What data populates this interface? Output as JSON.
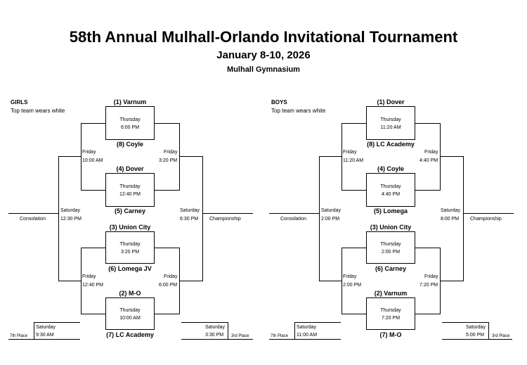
{
  "title": "58th Annual Mulhall-Orlando Invitational Tournament",
  "dates": "January 8-10, 2026",
  "venue": "Mulhall Gymnasium",
  "brackets": [
    {
      "label": "GIRLS",
      "note": "Top team wears white",
      "games": [
        {
          "top": "(1) Varnum",
          "bottom": "(8) Coyle",
          "day": "Thursday",
          "time": "6:00 PM"
        },
        {
          "top": "(4) Dover",
          "bottom": "(5) Carney",
          "day": "Thursday",
          "time": "12:40 PM"
        },
        {
          "top": "(3) Union City",
          "bottom": "(6) Lomega JV",
          "day": "Thursday",
          "time": "3:20 PM"
        },
        {
          "top": "(2) M-O",
          "bottom": "(7) LC Academy",
          "day": "Thursday",
          "time": "10:00 AM"
        }
      ],
      "fri_top_left": {
        "day": "Friday",
        "time": "10:00 AM"
      },
      "fri_top_right": {
        "day": "Friday",
        "time": "3:20 PM"
      },
      "fri_bot_left": {
        "day": "Friday",
        "time": "12:40 PM"
      },
      "fri_bot_right": {
        "day": "Friday",
        "time": "6:00 PM"
      },
      "sat_left": {
        "day": "Saturday",
        "time": "12:30 PM"
      },
      "sat_right": {
        "day": "Saturday",
        "time": "6:30 PM"
      },
      "consolation": "Consolation",
      "championship": "Championship",
      "seventh": {
        "label": "7th Place",
        "day": "Saturday",
        "time": "9:30 AM"
      },
      "third": {
        "label": "3rd Place",
        "day": "Saturday",
        "time": "3:30 PM"
      }
    },
    {
      "label": "BOYS",
      "note": "Top team wears white",
      "games": [
        {
          "top": "(1) Dover",
          "bottom": "(8) LC Academy",
          "day": "Thursday",
          "time": "11:20 AM"
        },
        {
          "top": "(4) Coyle",
          "bottom": "(5) Lomega",
          "day": "Thursday",
          "time": "4:40 PM"
        },
        {
          "top": "(3) Union City",
          "bottom": "(6) Carney",
          "day": "Thursday",
          "time": "2:00 PM"
        },
        {
          "top": "(2) Varnum",
          "bottom": "(7) M-O",
          "day": "Thursday",
          "time": "7:20 PM"
        }
      ],
      "fri_top_left": {
        "day": "Friday",
        "time": "11:20 AM"
      },
      "fri_top_right": {
        "day": "Friday",
        "time": "4:40 PM"
      },
      "fri_bot_left": {
        "day": "Friday",
        "time": "2:00 PM"
      },
      "fri_bot_right": {
        "day": "Friday",
        "time": "7:20 PM"
      },
      "sat_left": {
        "day": "Saturday",
        "time": "2:00 PM"
      },
      "sat_right": {
        "day": "Saturday",
        "time": "8:00 PM"
      },
      "consolation": "Consolation",
      "championship": "Championship",
      "seventh": {
        "label": "7th Place",
        "day": "Saturday",
        "time": "11:00 AM"
      },
      "third": {
        "label": "3rd Place",
        "day": "Saturday",
        "time": "5:00 PM"
      }
    }
  ]
}
